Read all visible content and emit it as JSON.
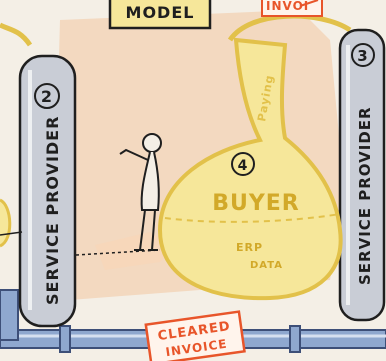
{
  "labels": {
    "model": "MODEL",
    "invoice_top": "INVOI",
    "provider_left_number": "2",
    "provider_right_number": "3",
    "service_provider_left": "SERVICE PROVIDER",
    "service_provider_right": "SERVICE PROVIDER",
    "paying": "Paying",
    "buyer_number": "4",
    "buyer": "BUYER",
    "erp": "ERP",
    "data": "DATA",
    "cleared": "CLEARED",
    "invoice": "INVOICE"
  },
  "colors": {
    "paper": "#f4efe6",
    "wall_wash": "#f3c6a0",
    "yellow_fill": "#f6e79a",
    "yellow_line": "#e2c14a",
    "pipe_blue": "#8fa8cf",
    "pillar_grey": "#c9cdd6",
    "label_orange": "#e8552a",
    "ink": "#1f1f1f"
  }
}
